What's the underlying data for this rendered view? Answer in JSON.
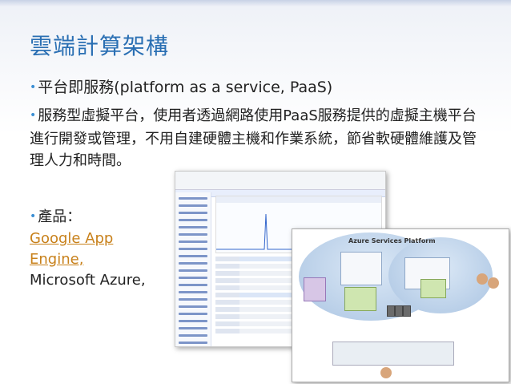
{
  "slide": {
    "title": "雲端計算架構",
    "bullet1": "平台即服務(platform as a service, PaaS)",
    "bullet2": "服務型虛擬平台，使用者透過網路使用PaaS服務提供的虛擬主機平台進行開發或管理，不用自建硬體主機和作業系統，節省軟硬體維護及管理人力和時間。",
    "bullet3_label": "產品：",
    "product1": "Google App Engine,",
    "product2": "Microsoft Azure,",
    "bullet_glyph": "•"
  },
  "azure": {
    "title": "Azure Services Platform"
  },
  "colors": {
    "title": "#2a6fb3",
    "link": "#c8811b",
    "bullet": "#3b8fd4"
  }
}
